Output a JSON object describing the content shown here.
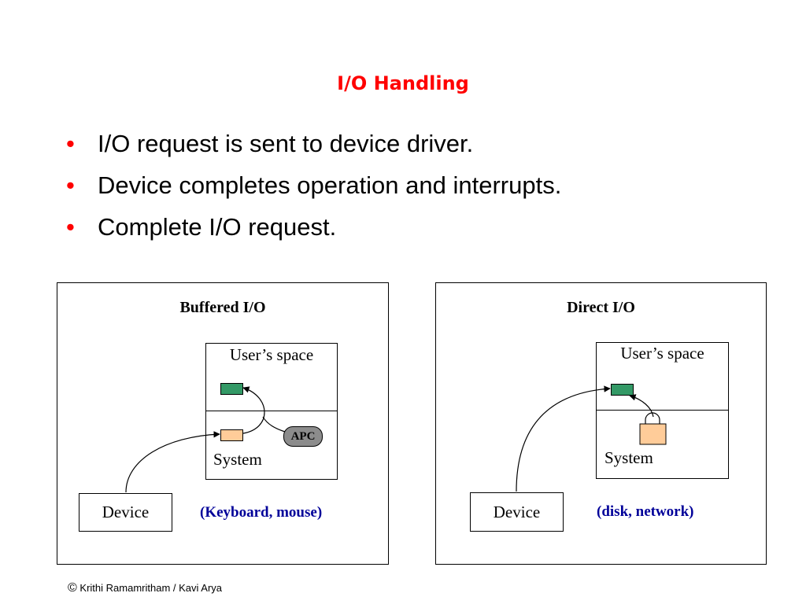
{
  "slide": {
    "title": "I/O Handling",
    "bullets": [
      "I/O request is sent to device driver.",
      "Device completes operation and interrupts.",
      "Complete I/O request."
    ]
  },
  "buffered": {
    "title": "Buffered I/O",
    "user_space": "User’s space",
    "system": "System",
    "apc": "APC",
    "device": "Device",
    "examples": "(Keyboard, mouse)"
  },
  "direct": {
    "title": "Direct I/O",
    "user_space": "User’s space",
    "system": "System",
    "device": "Device",
    "examples": "(disk, network)"
  },
  "footer": {
    "copyright_symbol": "©",
    "credit": "Krithi Ramamritham / Kavi Arya"
  },
  "colors": {
    "title": "#ff0000",
    "bullet": "#ff0000",
    "example_text": "#000099",
    "user_buffer": "#339966",
    "system_buffer": "#ffcc99",
    "apc": "#8c8c8c",
    "lock": "#ffcc99"
  },
  "icons": [
    "lock-icon"
  ]
}
